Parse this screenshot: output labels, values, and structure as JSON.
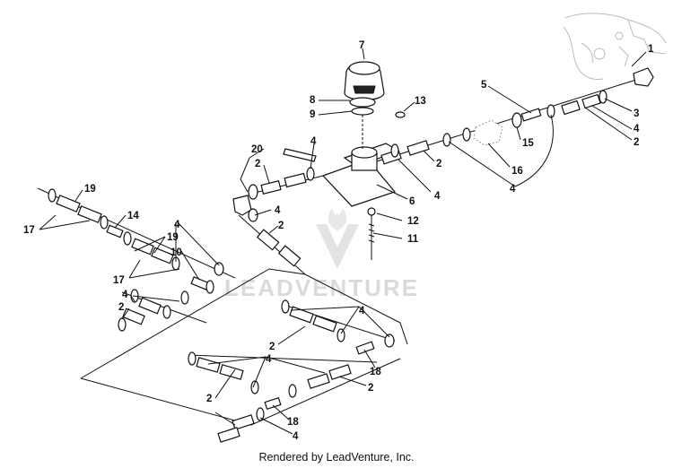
{
  "callouts": [
    {
      "id": "c1",
      "text": "1"
    },
    {
      "id": "c2a",
      "text": "2"
    },
    {
      "id": "c3",
      "text": "3"
    },
    {
      "id": "c4a",
      "text": "4"
    },
    {
      "id": "c5",
      "text": "5"
    },
    {
      "id": "c7",
      "text": "7"
    },
    {
      "id": "c8",
      "text": "8"
    },
    {
      "id": "c9",
      "text": "9"
    },
    {
      "id": "c13",
      "text": "13"
    },
    {
      "id": "c15",
      "text": "15"
    },
    {
      "id": "c16",
      "text": "16"
    },
    {
      "id": "c4b",
      "text": "4"
    },
    {
      "id": "c2b",
      "text": "2"
    },
    {
      "id": "c4c",
      "text": "4"
    },
    {
      "id": "c20",
      "text": "20"
    },
    {
      "id": "c2c",
      "text": "2"
    },
    {
      "id": "c4d",
      "text": "4"
    },
    {
      "id": "c6",
      "text": "6"
    },
    {
      "id": "c4e",
      "text": "4"
    },
    {
      "id": "c12",
      "text": "12"
    },
    {
      "id": "c11",
      "text": "11"
    },
    {
      "id": "c2d",
      "text": "2"
    },
    {
      "id": "c19a",
      "text": "19"
    },
    {
      "id": "c17a",
      "text": "17"
    },
    {
      "id": "c14",
      "text": "14"
    },
    {
      "id": "c4f",
      "text": "4"
    },
    {
      "id": "c19b",
      "text": "19"
    },
    {
      "id": "c10",
      "text": "10"
    },
    {
      "id": "c17b",
      "text": "17"
    },
    {
      "id": "c4g",
      "text": "4"
    },
    {
      "id": "c2e",
      "text": "2"
    },
    {
      "id": "c4h",
      "text": "4"
    },
    {
      "id": "c2f",
      "text": "2"
    },
    {
      "id": "c4i",
      "text": "4"
    },
    {
      "id": "c18a",
      "text": "18"
    },
    {
      "id": "c2g",
      "text": "2"
    },
    {
      "id": "c2h",
      "text": "2"
    },
    {
      "id": "c18b",
      "text": "18"
    },
    {
      "id": "c4j",
      "text": "4"
    }
  ],
  "watermark": {
    "text": "LEADVENTURE"
  },
  "footer": {
    "text": "Rendered by LeadVenture, Inc."
  }
}
